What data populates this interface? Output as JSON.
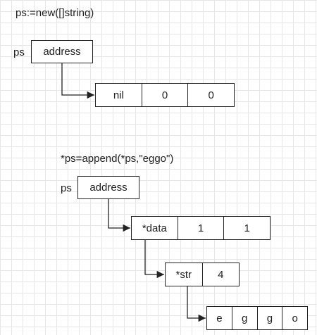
{
  "diagram1": {
    "caption": "ps:=new([]string)",
    "var_label": "ps",
    "pointer_cell": "address",
    "header_cells": [
      "nil",
      "0",
      "0"
    ]
  },
  "diagram2": {
    "caption": "*ps=append(*ps,\"eggo\")",
    "var_label": "ps",
    "pointer_cell": "address",
    "slice_header_cells": [
      "*data",
      "1",
      "1"
    ],
    "string_header_cells": [
      "*str",
      "4"
    ],
    "bytes_cells": [
      "e",
      "g",
      "g",
      "o"
    ]
  }
}
